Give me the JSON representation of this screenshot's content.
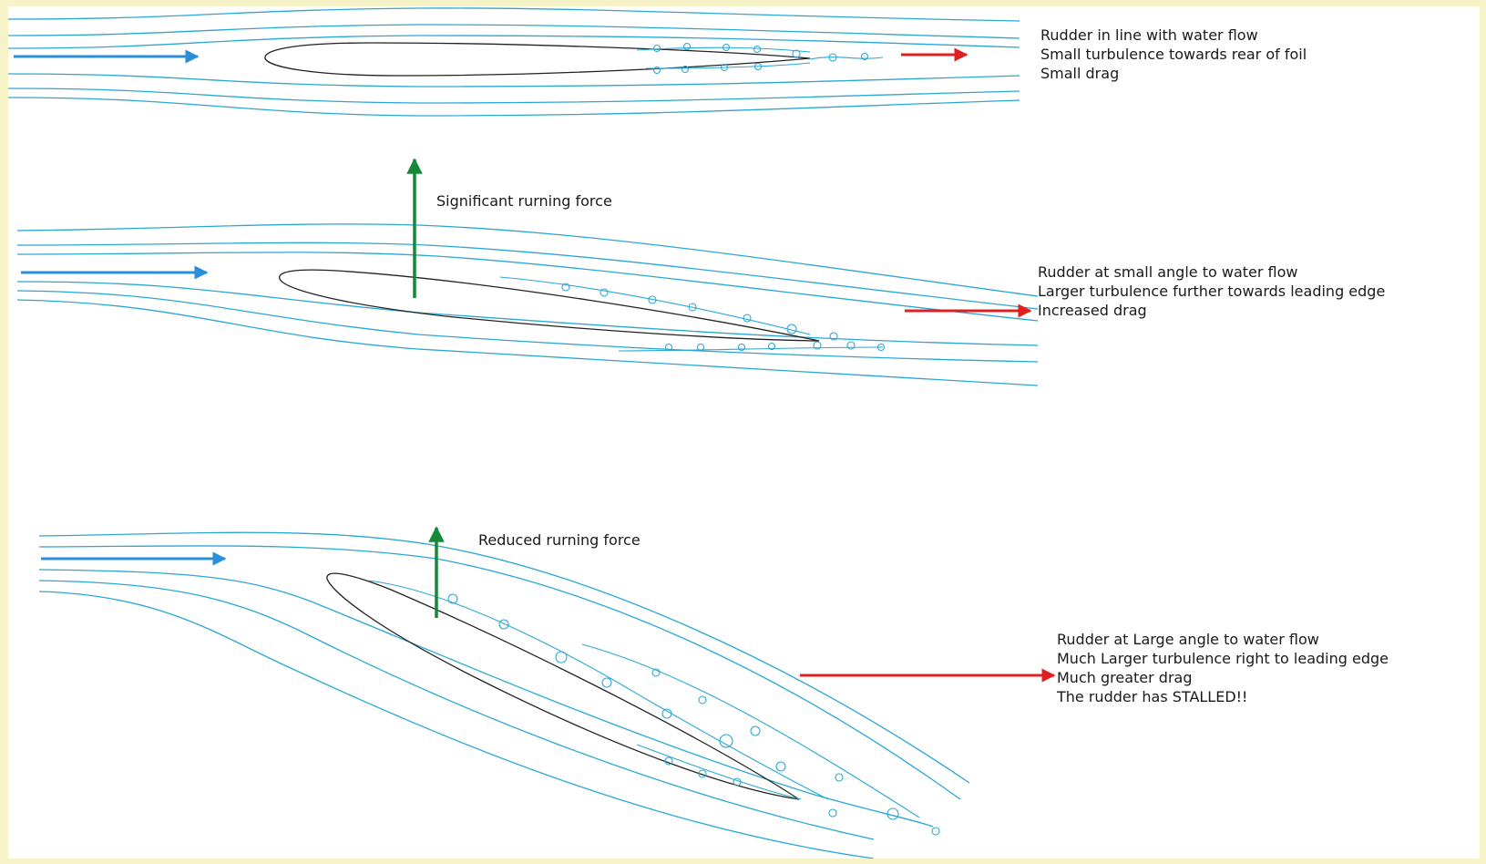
{
  "colors": {
    "background": "#ffffff",
    "frame": "#f7f3c9",
    "streamline": "#2aa7d4",
    "flow_arrow": "#2a8fd8",
    "drag_arrow": "#e02020",
    "lift_arrow": "#14893a",
    "foil_outline": "#222222"
  },
  "panels": [
    {
      "caption": [
        "Rudder in line with water flow",
        "Small turbulence towards rear of foil",
        "Small drag"
      ],
      "force_label": ""
    },
    {
      "caption": [
        "Rudder at small angle to water flow",
        "Larger turbulence further towards leading edge",
        "Increased drag"
      ],
      "force_label": "Significant rurning force"
    },
    {
      "caption": [
        "Rudder at Large angle to water flow",
        "Much Larger turbulence right to leading edge",
        "Much greater drag",
        "The rudder has STALLED!!"
      ],
      "force_label": "Reduced rurning force"
    }
  ]
}
